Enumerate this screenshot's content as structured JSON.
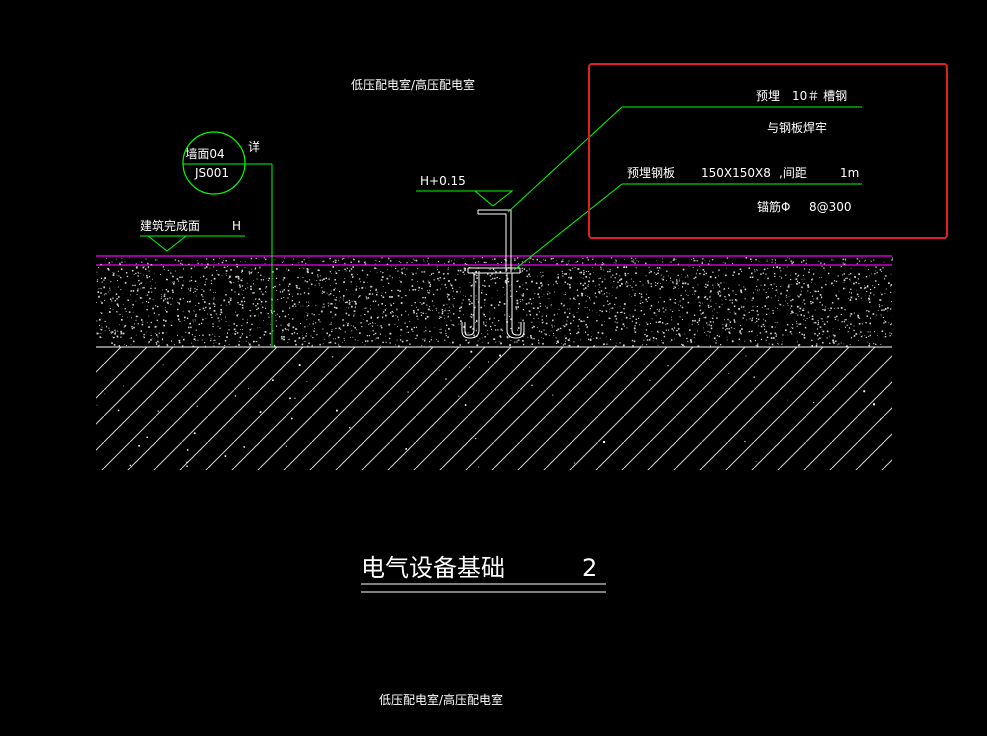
{
  "drawing": {
    "top_caption": "低压配电室/高压配电室",
    "bottom_caption": "低压配电室/高压配电室",
    "detail_bubble": {
      "top_text": "墙面04",
      "bottom_text": "JS001",
      "leader_label": "详"
    },
    "floor_finish": {
      "label": "建筑完成面",
      "elevation": "H"
    },
    "channel_elevation": "H+0.15",
    "annotations": {
      "line1_prefix": "预埋",
      "line1_value": "10＃ 槽钢",
      "line2": "与钢板焊牢",
      "line3_prefix": "预埋钢板",
      "line3_size": "150X150X8",
      "line3_spacing_label": ",间距",
      "line3_spacing": "1m",
      "line4_prefix": "锚筋Φ",
      "line4_value": "8@300"
    },
    "title": {
      "text": "电气设备基础",
      "number": "2"
    }
  },
  "colors": {
    "background": "#000000",
    "leader_lines": "#00ff00",
    "text": "#ffffff",
    "finish_layer": "#cc00cc",
    "highlight_box": "#e02020",
    "hatch": "#d8d8d8"
  }
}
